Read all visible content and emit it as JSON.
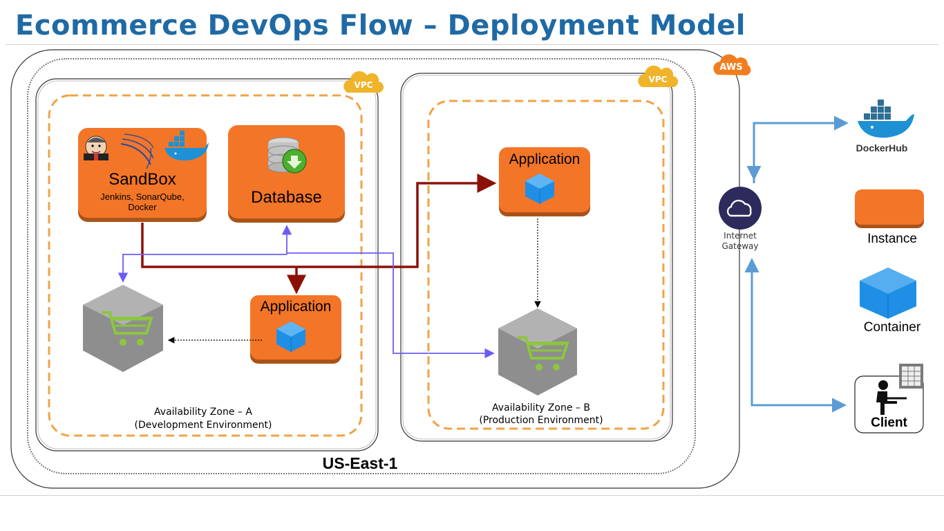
{
  "title": "Ecommerce DevOps Flow – Deployment Model",
  "region": "US-East-1",
  "cloud_badge": "AWS",
  "vpc_badge": "VPC",
  "zone_a": {
    "name": "Availability Zone – A",
    "env": "(Development Environment)"
  },
  "zone_b": {
    "name": "Availability Zone – B",
    "env": "(Production Environment)"
  },
  "sandbox": {
    "title": "SandBox",
    "tools_line1": "Jenkins, SonarQube,",
    "tools_line2": "Docker"
  },
  "database": {
    "title": "Database"
  },
  "dev_application": {
    "title": "Application"
  },
  "prod_application": {
    "title": "Application"
  },
  "gateway": {
    "line1": "Internet",
    "line2": "Gateway"
  },
  "legend": {
    "dockerhub": "DockerHub",
    "instance": "Instance",
    "container": "Container",
    "client": "Client"
  },
  "colors": {
    "title": "#1f6aa5",
    "instance": "#f37528",
    "container": "#1f8fe6",
    "deploy_arrow": "#8b1108",
    "flow_arrow": "#6a5cf5",
    "internet_arrow": "#5b9bd5",
    "zone_border": "#f0a344",
    "gateway": "#2d2a5c"
  }
}
